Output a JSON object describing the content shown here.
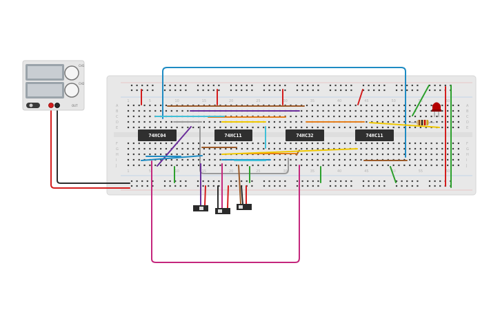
{
  "board": {
    "column_numbers": [
      "1",
      "5",
      "10",
      "15",
      "20",
      "25",
      "30",
      "35",
      "40",
      "45",
      "50",
      "55",
      "60"
    ],
    "row_letters_top": [
      "A",
      "B",
      "C",
      "D",
      "E"
    ],
    "row_letters_bottom": [
      "F",
      "G",
      "H",
      "I",
      "J"
    ]
  },
  "chips": [
    {
      "name": "chip-74hc04",
      "label": "74HC04"
    },
    {
      "name": "chip-74hc11-a",
      "label": "74HC11"
    },
    {
      "name": "chip-74hc32",
      "label": "74HC32"
    },
    {
      "name": "chip-74hc11-b",
      "label": "74HC11"
    }
  ],
  "power_supply": {
    "labels": [
      "CH1",
      "CH2",
      "OUT"
    ],
    "colors": {
      "body": "#e6e6e6",
      "display": "#c8cdd2",
      "knob": "#f5f5f5"
    }
  },
  "switches": [
    {
      "name": "slide-switch-1"
    },
    {
      "name": "slide-switch-2"
    },
    {
      "name": "slide-switch-3"
    }
  ],
  "led": {
    "color": "#b40000"
  },
  "colors": {
    "board": "#e8e8e8",
    "red": "#d41c1c",
    "black": "#2b2b2b",
    "blue": "#1e8bc3",
    "magenta": "#c4267c",
    "green": "#2ca02c",
    "brown": "#9c5a28",
    "purple": "#6a2c9a",
    "yellow": "#f0c800",
    "orange": "#e57e1a",
    "gray": "#9a9a9a",
    "cyan": "#40c0d8"
  }
}
